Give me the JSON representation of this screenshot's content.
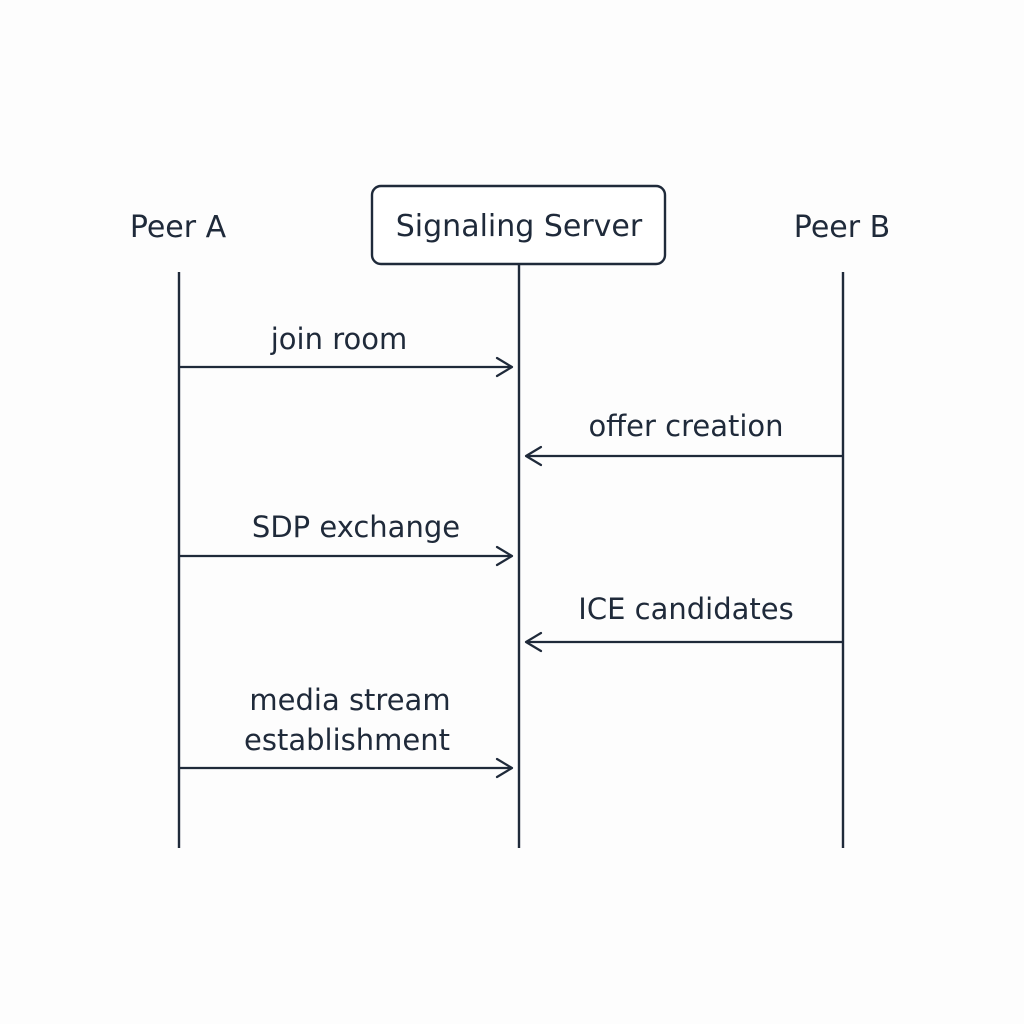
{
  "participants": [
    {
      "id": "peer_a",
      "label": "Peer A",
      "boxed": false
    },
    {
      "id": "server",
      "label": "Signaling Server",
      "boxed": true
    },
    {
      "id": "peer_b",
      "label": "Peer B",
      "boxed": false
    }
  ],
  "messages": [
    {
      "from": "peer_a",
      "to": "server",
      "lines": [
        "join room"
      ]
    },
    {
      "from": "peer_b",
      "to": "server",
      "lines": [
        "offer creation"
      ]
    },
    {
      "from": "peer_a",
      "to": "server",
      "lines": [
        "SDP exchange"
      ]
    },
    {
      "from": "peer_b",
      "to": "server",
      "lines": [
        "ICE candidates"
      ]
    },
    {
      "from": "peer_a",
      "to": "server",
      "lines": [
        "media stream",
        "establishment"
      ]
    }
  ],
  "colors": {
    "ink": "#1f2a3a",
    "background": "#fdfdfd"
  }
}
